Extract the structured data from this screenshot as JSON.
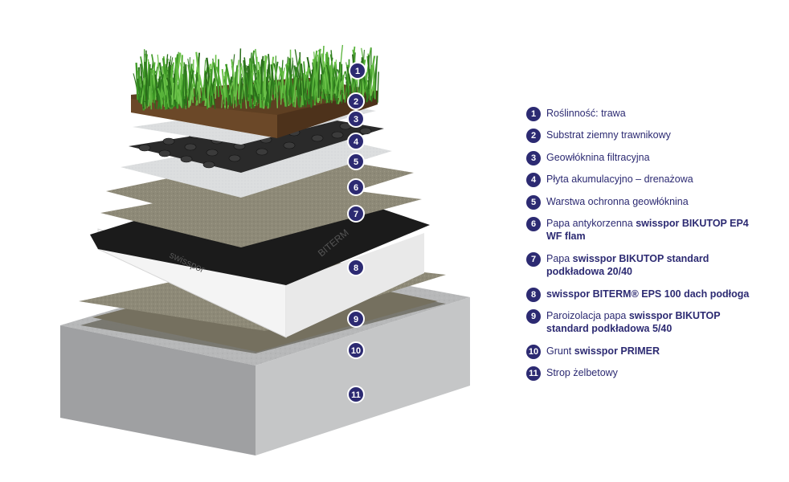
{
  "diagram": {
    "layer_badges": [
      "1",
      "2",
      "3",
      "4",
      "5",
      "6",
      "7",
      "8",
      "9",
      "10",
      "11"
    ],
    "membrane_print": {
      "black_membrane": "swisspor",
      "insulation_brand": "BITERM"
    }
  },
  "legend": {
    "items": [
      {
        "num": "1",
        "text": "Roślinność: trawa",
        "bold": ""
      },
      {
        "num": "2",
        "text": "Substrat ziemny trawnikowy",
        "bold": ""
      },
      {
        "num": "3",
        "text": "Geowłóknina filtracyjna",
        "bold": ""
      },
      {
        "num": "4",
        "text": "Płyta akumulacyjno – drenażowa",
        "bold": ""
      },
      {
        "num": "5",
        "text": "Warstwa ochronna geowłóknina",
        "bold": ""
      },
      {
        "num": "6",
        "text": "Papa antykorzenna ",
        "bold": "swisspor BIKUTOP EP4 WF flam"
      },
      {
        "num": "7",
        "text": "Papa ",
        "bold": "swisspor BIKUTOP standard podkładowa 20/40"
      },
      {
        "num": "8",
        "text": "",
        "bold": "swisspor BITERM® EPS 100 dach podłoga"
      },
      {
        "num": "9",
        "text": "Paroizolacja papa ",
        "bold": "swisspor BIKUTOP standard podkładowa 5/40"
      },
      {
        "num": "10",
        "text": "Grunt ",
        "bold": "swisspor PRIMER"
      },
      {
        "num": "11",
        "text": "Strop żelbetowy",
        "bold": ""
      }
    ]
  },
  "colors": {
    "badge": "#2c2a72",
    "legend_text": "#2c2a72",
    "grass": "#3f9a27",
    "soil": "#5a3a1f",
    "concrete": "#b9babb",
    "membrane_black": "#1a1a1a",
    "membrane_tan": "#8f8a77",
    "insulation": "#f2f2f2"
  }
}
